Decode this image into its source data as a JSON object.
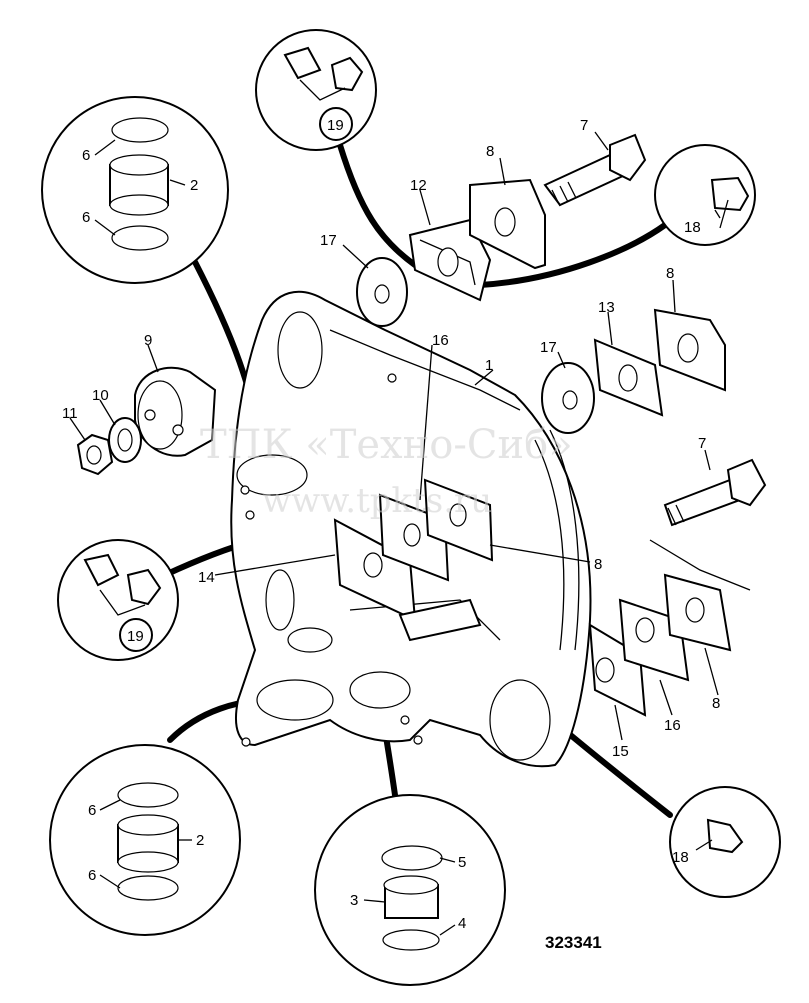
{
  "diagram": {
    "drawing_number": "323341",
    "watermark": {
      "line1": "ТПК «Техно-Сиб»",
      "line2": "www.tpkts.ru"
    },
    "callouts": {
      "n1": "1",
      "n2a": "2",
      "n2b": "2",
      "n3": "3",
      "n4": "4",
      "n5": "5",
      "n6a": "6",
      "n6b": "6",
      "n6c": "6",
      "n6d": "6",
      "n7a": "7",
      "n7b": "7",
      "n8a": "8",
      "n8b": "8",
      "n8c": "8",
      "n8d": "8",
      "n9": "9",
      "n10": "10",
      "n11": "11",
      "n12": "12",
      "n13": "13",
      "n14": "14",
      "n15": "15",
      "n16a": "16",
      "n16b": "16",
      "n17a": "17",
      "n17b": "17",
      "n18a": "18",
      "n18b": "18",
      "n19a": "19",
      "n19b": "19"
    }
  }
}
